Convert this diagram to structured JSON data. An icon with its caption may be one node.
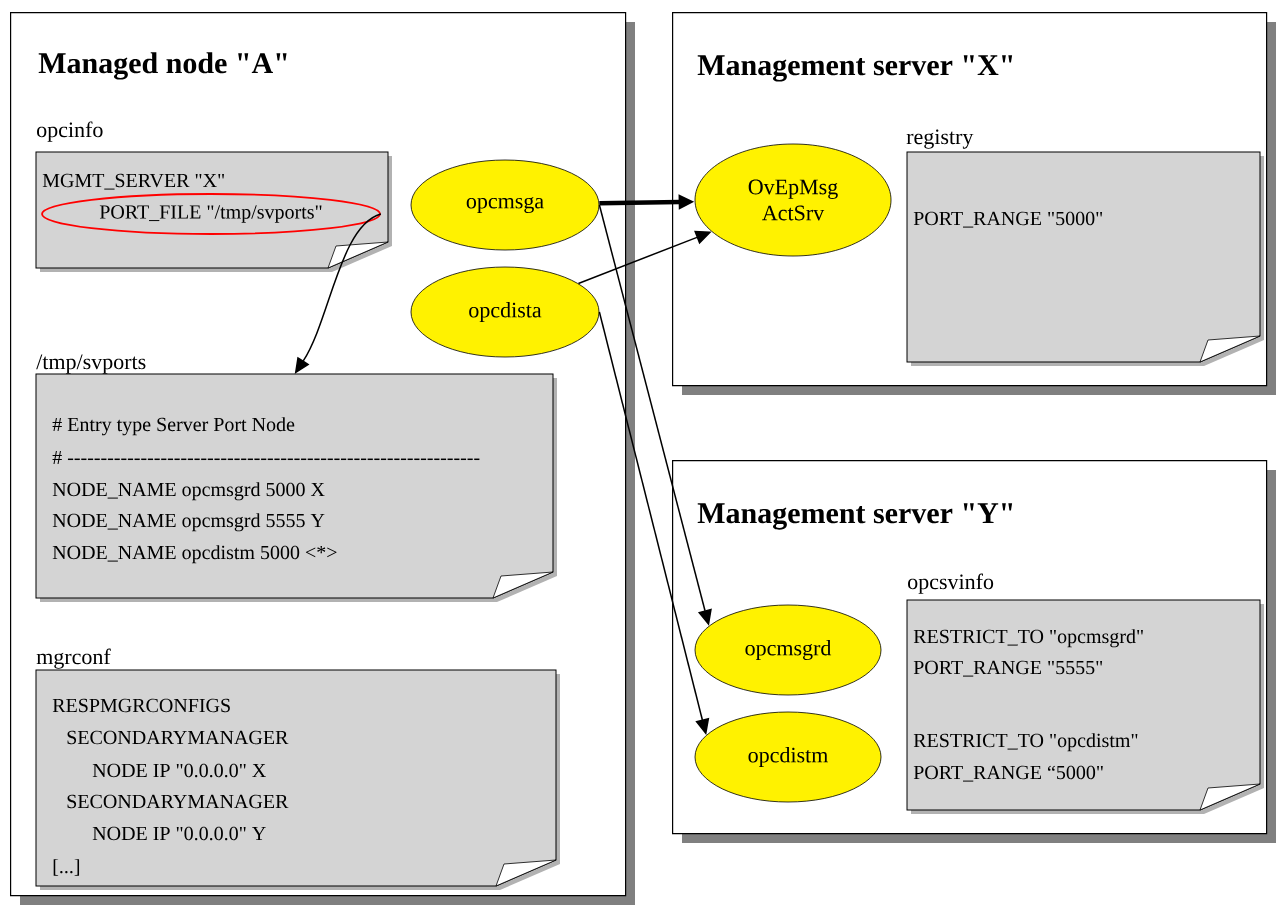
{
  "diagram": {
    "nodes": [
      {
        "text": [
          "Managed node \"A\""
        ]
      },
      {
        "text": [
          "opcinfo",
          "MGMT_SERVER \"X\""
        ],
        "in": 0
      },
      {
        "text": [
          "PORT_FILE \"/tmp/svports\""
        ],
        "in": 1
      },
      {
        "text": [
          "/tmp/svports",
          "# Entry type Server Port Node",
          "# --------------------------------------------------------------",
          "NODE_NAME opcmsgrd 5000 X",
          "NODE_NAME opcmsgrd 5555 Y",
          "NODE_NAME opcdistm 5000 <*>"
        ],
        "in": 0
      },
      {
        "text": [
          "mgrconf",
          "RESPMGRCONFIGS",
          "SECONDARYMANAGER",
          "NODE IP \"0.0.0.0\" X",
          "SECONDARYMANAGER",
          "NODE IP \"0.0.0.0\" Y",
          "[...]"
        ],
        "in": 0
      },
      {
        "text": [
          "opcmsga"
        ],
        "in": 0
      },
      {
        "text": [
          "opcdista"
        ],
        "in": 0
      },
      {
        "text": [
          "Management server \"X\""
        ]
      },
      {
        "text": [
          "OvEpMsg ActSrv"
        ],
        "in": 7
      },
      {
        "text": [
          "registry",
          "PORT_RANGE \"5000\""
        ],
        "in": 7
      },
      {
        "text": [
          "Management server \"Y\""
        ]
      },
      {
        "text": [
          "opcmsgrd"
        ],
        "in": 10
      },
      {
        "text": [
          "opcdistm"
        ],
        "in": 10
      },
      {
        "text": [
          "opcsvinfo",
          "RESTRICT_TO \"opcmsgrd\"",
          "PORT_RANGE \"5555\"",
          "RESTRICT_TO \"opcdistm\"",
          "PORT_RANGE “5000\""
        ],
        "in": 10
      }
    ],
    "edges": [
      {
        "from": 2,
        "to": 3,
        "arrow": "to"
      },
      {
        "from": 5,
        "to": 8,
        "arrow": "to",
        "style": "thick"
      },
      {
        "from": 6,
        "to": 8,
        "arrow": "to"
      },
      {
        "from": 5,
        "to": 11,
        "arrow": "to"
      },
      {
        "from": 6,
        "to": 12,
        "arrow": "to"
      }
    ]
  }
}
